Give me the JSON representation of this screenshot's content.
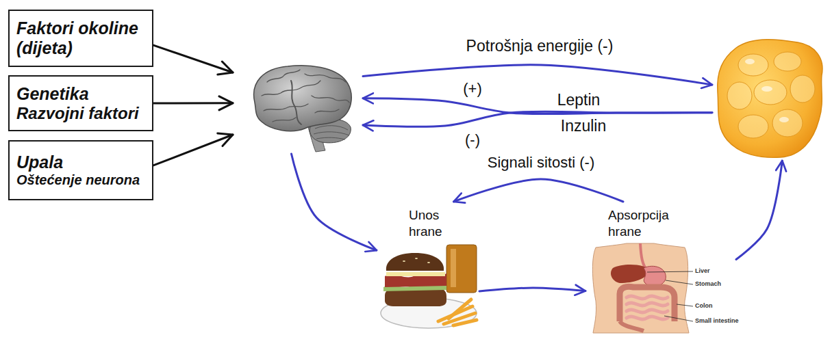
{
  "diagram": {
    "nodes": [
      {
        "text": [
          "Faktori okoline (dijeta)"
        ]
      },
      {
        "text": [
          "Genetika",
          "Razvojni faktori"
        ]
      },
      {
        "text": [
          "Upala",
          "Oštećenje neurona"
        ]
      },
      {
        "text": []
      },
      {
        "text": []
      },
      {
        "text": [
          "Unos hrane"
        ]
      },
      {
        "text": [
          "Apsorpcija hrane"
        ]
      }
    ],
    "edges": [
      {
        "from": 0,
        "to": 3,
        "arrow": "to"
      },
      {
        "from": 1,
        "to": 3,
        "arrow": "to"
      },
      {
        "from": 2,
        "to": 3,
        "arrow": "to"
      },
      {
        "from": 3,
        "to": 4,
        "label": "Potrošnja energije (-)",
        "arrow": "to"
      },
      {
        "from": 4,
        "to": 3,
        "label": "(+)",
        "arrow": "to"
      },
      {
        "from": 4,
        "to": 3,
        "label": "(-)",
        "arrow": "to"
      },
      {
        "from": 3,
        "to": 5,
        "arrow": "to"
      },
      {
        "from": 5,
        "to": 6,
        "arrow": "to"
      },
      {
        "from": 6,
        "to": 4,
        "arrow": "to"
      },
      {
        "from": 6,
        "to": 5,
        "label": "Signali sitosti (-)",
        "arrow": "to"
      }
    ],
    "labels": [
      "Leptin",
      "Inzulin",
      "Liver",
      "Stomach",
      "Colon",
      "Small intestine"
    ]
  }
}
